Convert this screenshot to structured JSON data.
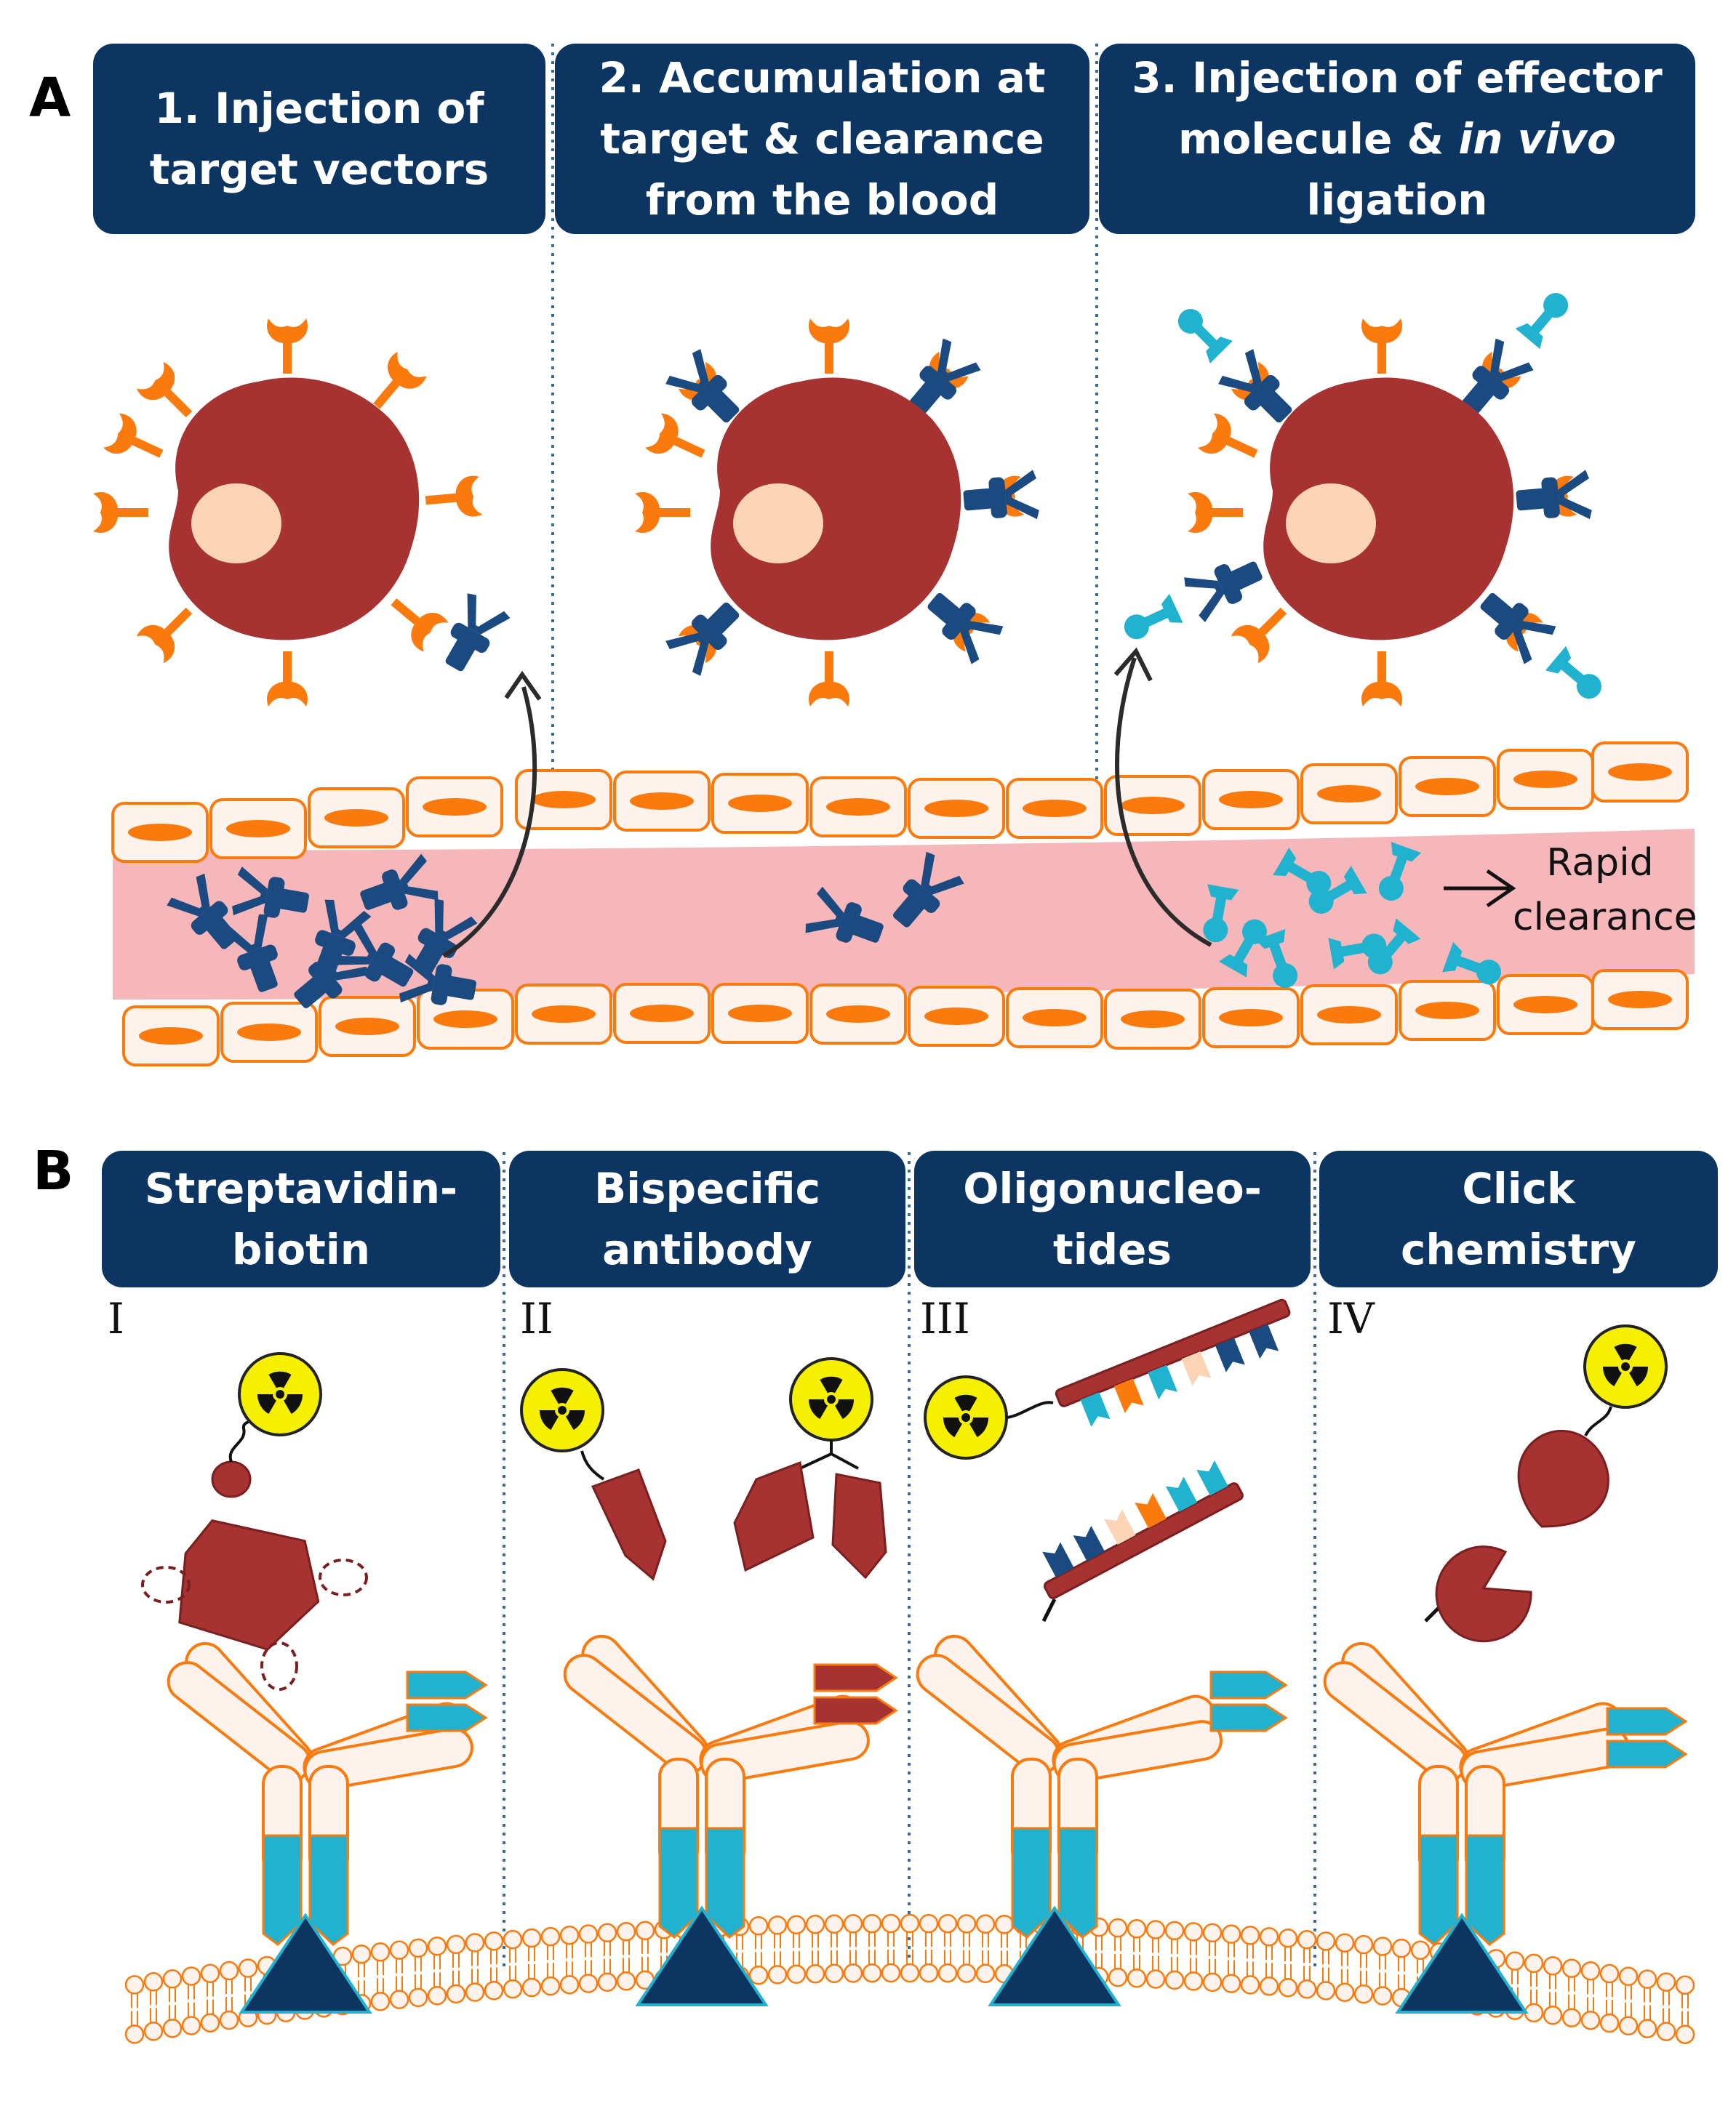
{
  "panel_a": {
    "label": "A",
    "steps": [
      {
        "lines": [
          "1. Injection of",
          "target vectors"
        ]
      },
      {
        "lines": [
          "2. Accumulation at",
          "target & clearance",
          "from the blood"
        ]
      },
      {
        "line1": "3. Injection of effector",
        "line2_pre": "molecule & ",
        "line2_italic": "in vivo",
        "line3": "ligation"
      }
    ],
    "clearance": {
      "line1": "Rapid",
      "line2": "clearance"
    }
  },
  "panel_b": {
    "label": "B",
    "methods": [
      {
        "numeral": "I",
        "lines": [
          "Streptavidin-",
          "biotin"
        ]
      },
      {
        "numeral": "II",
        "lines": [
          "Bispecific",
          "antibody"
        ]
      },
      {
        "numeral": "III",
        "lines": [
          "Oligonucleo-",
          "tides"
        ]
      },
      {
        "numeral": "IV",
        "lines": [
          "Click",
          "chemistry"
        ]
      }
    ]
  },
  "colors": {
    "navy": "#0c3561",
    "cell_red": "#a63232",
    "nucleus": "#fbd3b5",
    "receptor_orange": "#fb7a0d",
    "vector_blue": "#1a4a80",
    "effector_cyan": "#21b2cf",
    "vessel_pink": "#f6b7bb",
    "endothelium": "#fdf3ec",
    "radiation_yellow": "#f5ef00"
  }
}
